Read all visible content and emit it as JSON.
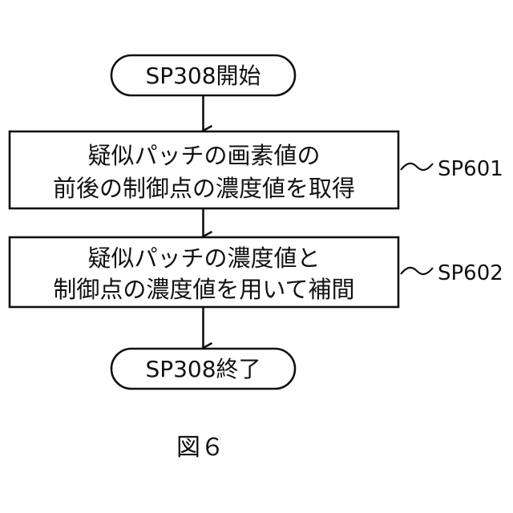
{
  "start": {
    "label": "SP308開始"
  },
  "steps": [
    {
      "id": "SP601",
      "lines": [
        "疑似パッチの画素値の",
        "前後の制御点の濃度値を取得"
      ]
    },
    {
      "id": "SP602",
      "lines": [
        "疑似パッチの濃度値と",
        "制御点の濃度値を用いて補間"
      ]
    }
  ],
  "end": {
    "label": "SP308終了"
  },
  "caption": "図６"
}
